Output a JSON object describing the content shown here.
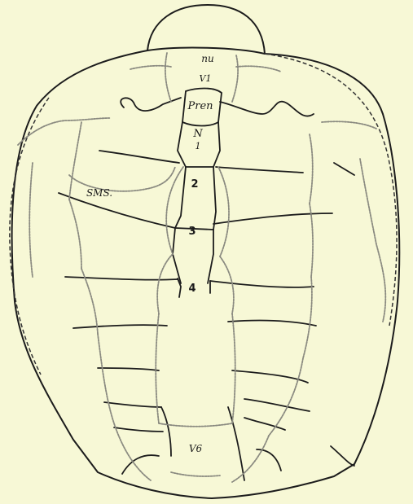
{
  "labels": {
    "nuchal": "nu",
    "vertebral_1": "V1",
    "preneural": "Pren",
    "neural_1_top": "N",
    "neural_1_bottom": "1",
    "neural_2": "2",
    "neural_3": "3",
    "neural_4": "4",
    "supramarginal": "SMS.",
    "vertebral_6": "V6"
  },
  "colors": {
    "background": "#f7f8d6",
    "bone_sutures": "#1c1c1c",
    "scute_sulci": "#8a8a80"
  }
}
